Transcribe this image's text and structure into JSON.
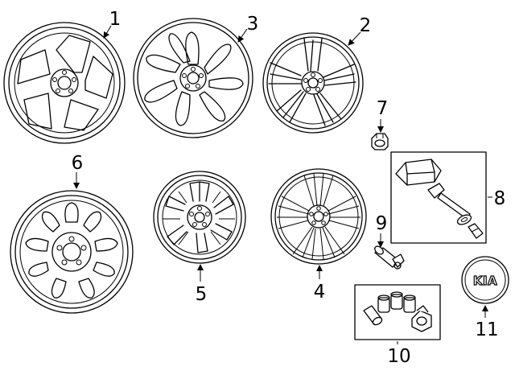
{
  "callouts": [
    {
      "id": "1",
      "label": "1"
    },
    {
      "id": "2",
      "label": "2"
    },
    {
      "id": "3",
      "label": "3"
    },
    {
      "id": "4",
      "label": "4"
    },
    {
      "id": "5",
      "label": "5"
    },
    {
      "id": "6",
      "label": "6"
    },
    {
      "id": "7",
      "label": "7"
    },
    {
      "id": "8",
      "label": "8"
    },
    {
      "id": "9",
      "label": "9"
    },
    {
      "id": "10",
      "label": "10"
    },
    {
      "id": "11",
      "label": "11"
    }
  ],
  "logo_text": "KIA"
}
